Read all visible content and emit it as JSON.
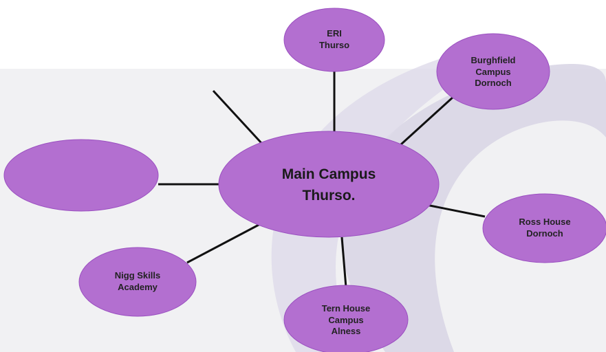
{
  "colors": {
    "node_fill": "#b36fd0",
    "node_stroke": "#9a4fc0",
    "connector": "#111111",
    "background_band": "#f1f1f3",
    "watermark": "#d5d2e2"
  },
  "diagram": {
    "center": {
      "label": "Main Campus\nThurso."
    },
    "nodes": {
      "eri": {
        "label": "ERI\nThurso"
      },
      "burghfield": {
        "label": "Burghfield\nCampus\nDornoch"
      },
      "ross_house": {
        "label": "Ross House\nDornoch"
      },
      "tern_house": {
        "label": "Tern House\nCampus\nAlness"
      },
      "nigg": {
        "label": "Nigg Skills\nAcademy"
      },
      "blank": {
        "label": ""
      }
    }
  }
}
